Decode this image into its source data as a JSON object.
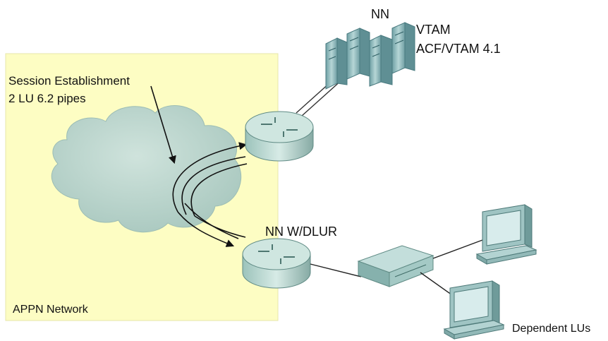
{
  "labels": {
    "session_line1": "Session Establishment",
    "session_line2": "2 LU 6.2 pipes",
    "nn_top": "NN",
    "vtam_line1": "VTAM",
    "vtam_line2": "ACF/VTAM 4.1",
    "nn_dlur": "NN W/DLUR",
    "appn_network": "APPN Network",
    "dependent_lus": "Dependent LUs"
  },
  "colors": {
    "appn_region": "#fdfdc3",
    "cloud": "#bcd6cd",
    "router_top": "#c8e0da",
    "router_side": "#8fb5ae",
    "device": "#9dc2c0",
    "line": "#222222"
  }
}
